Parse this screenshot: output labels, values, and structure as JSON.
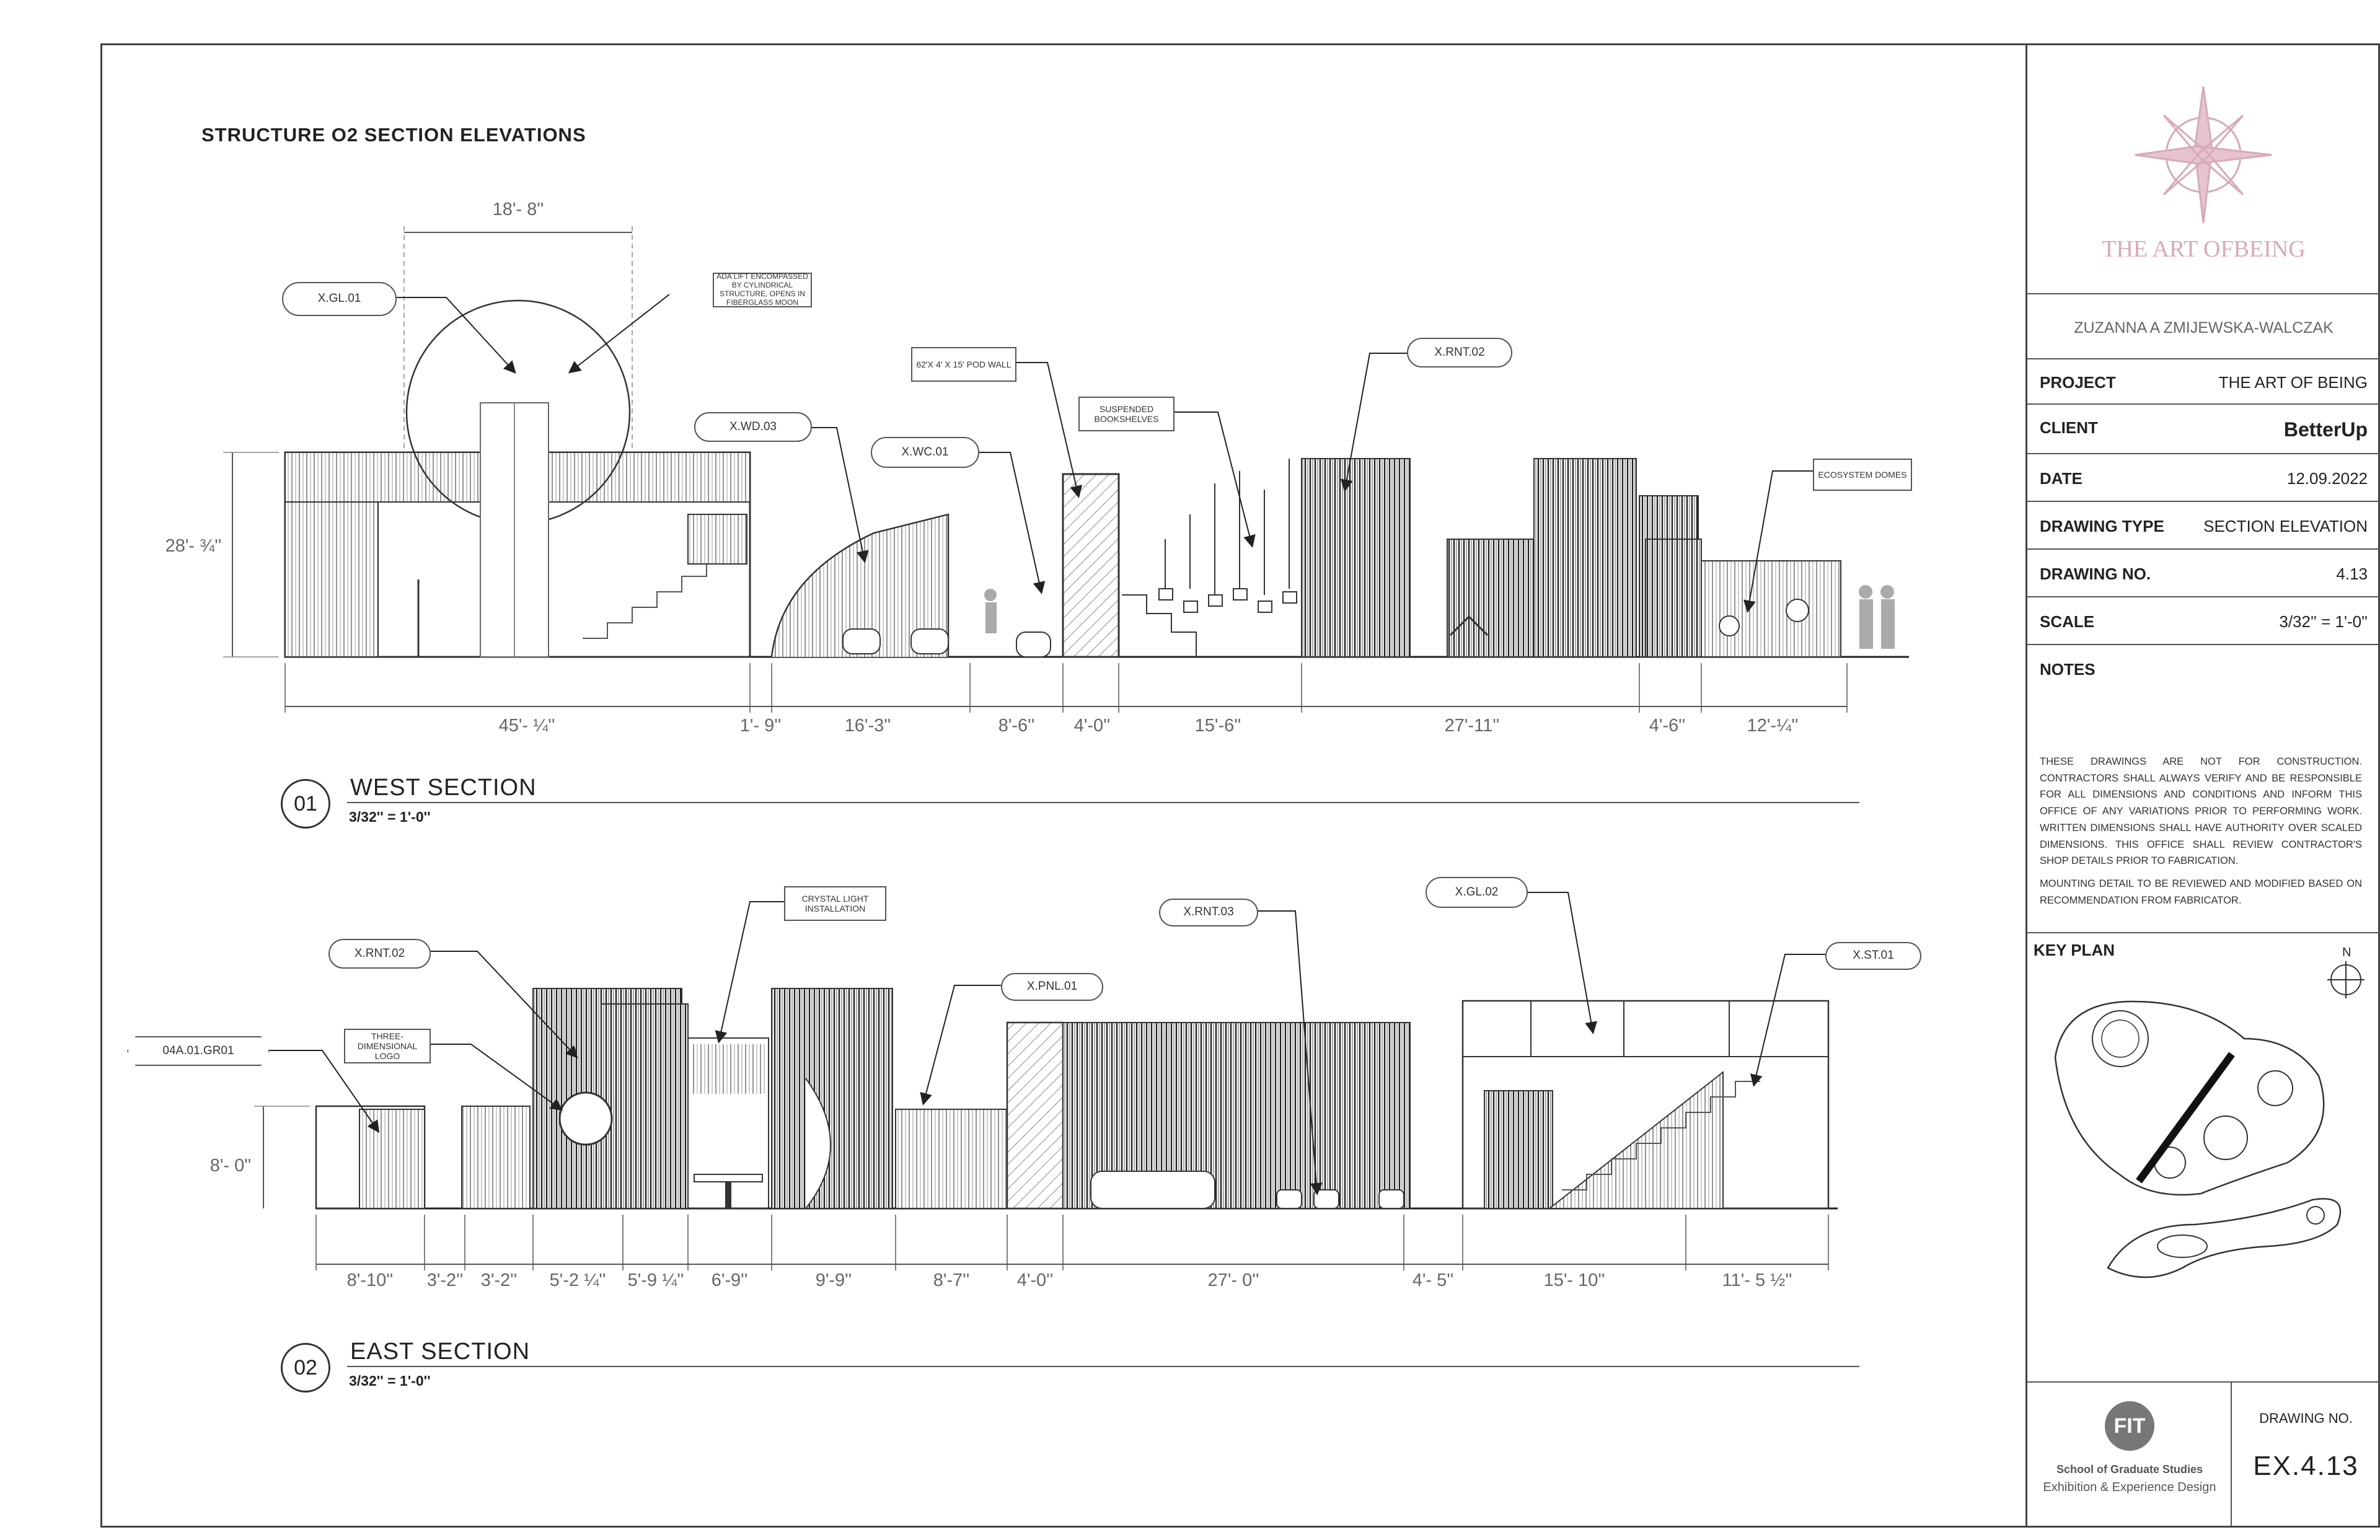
{
  "sheet_title": "STRUCTURE O2 SECTION ELEVATIONS",
  "west": {
    "number": "01",
    "title": "WEST SECTION",
    "scale": "3/32'' = 1'-0''",
    "overall_width": "18'- 8''",
    "height": "28'- ¾''",
    "dims": [
      "45'- ¼''",
      "1'- 9''",
      "16'-3''",
      "8'-6''",
      "4'-0''",
      "15'-6''",
      "27'-11''",
      "4'-6''",
      "12'-¼''"
    ],
    "tags": {
      "xgl01": "X.GL.01",
      "xwd03": "X.WD.03",
      "xwc01": "X.WC.01",
      "xrnt02": "X.RNT.02"
    },
    "notes": {
      "ada": "ADA LIFT ENCOMPASSED BY CYLINDRICAL STRUCTURE, OPENS IN FIBERGLASS MOON",
      "pod": "62'X 4' X 15' POD WALL",
      "shelves": "SUSPENDED BOOKSHELVES",
      "domes": "ECOSYSTEM DOMES"
    }
  },
  "east": {
    "number": "02",
    "title": "EAST SECTION",
    "scale": "3/32'' = 1'-0''",
    "height": "8'- 0''",
    "dims": [
      "8'-10''",
      "3'-2''",
      "3'-2''",
      "5'-2 ¼''",
      "5'-9 ¼''",
      "6'-9''",
      "9'-9''",
      "8'-7''",
      "4'-0''",
      "27'- 0''",
      "4'- 5''",
      "15'- 10''",
      "11'- 5 ½''"
    ],
    "tags": {
      "xrnt02": "X.RNT.02",
      "gr01": "04A.01.GR01",
      "xpnl01": "X.PNL.01",
      "xrnt03": "X.RNT.03",
      "xgl02": "X.GL.02",
      "xst01": "X.ST.01"
    },
    "notes": {
      "crystal": "CRYSTAL LIGHT INSTALLATION",
      "logo": "THREE-DIMENSIONAL LOGO"
    }
  },
  "title_block": {
    "logo_text": "THE ART OFBEING",
    "designer": "ZUZANNA A ZMIJEWSKA-WALCZAK",
    "rows": [
      {
        "label": "PROJECT",
        "value": "THE ART OF BEING"
      },
      {
        "label": "CLIENT",
        "value": "BetterUp"
      },
      {
        "label": "DATE",
        "value": "12.09.2022"
      },
      {
        "label": "DRAWING TYPE",
        "value": "SECTION ELEVATION"
      },
      {
        "label": "DRAWING NO.",
        "value": "4.13"
      },
      {
        "label": "SCALE",
        "value": "3/32'' = 1'-0''"
      }
    ],
    "notes_label": "NOTES",
    "notes_text": "THESE DRAWINGS ARE NOT FOR CONSTRUCTION. CONTRACTORS SHALL ALWAYS VERIFY AND BE RESPONSIBLE FOR ALL DIMENSIONS AND CONDITIONS AND INFORM THIS OFFICE OF ANY VARIATIONS PRIOR TO PERFORMING WORK. WRITTEN DIMENSIONS SHALL HAVE AUTHORITY OVER SCALED DIMENSIONS. THIS OFFICE SHALL REVIEW CONTRACTOR'S SHOP DETAILS PRIOR TO FABRICATION.",
    "mounting_text": "MOUNTING DETAIL TO BE REVIEWED AND MODIFIED BASED ON RECOMMENDATION FROM FABRICATOR.",
    "key_plan_label": "KEY PLAN",
    "north": "N",
    "school_logo": "FIT",
    "school_line1": "School of Graduate Studies",
    "school_line2": "Exhibition & Experience Design",
    "drawing_no_label": "DRAWING NO.",
    "drawing_no": "EX.4.13",
    "accent": "#c9a0ad"
  }
}
